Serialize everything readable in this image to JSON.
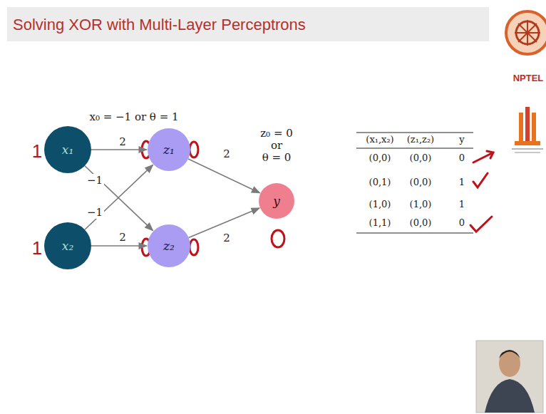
{
  "diagram": {
    "title": "Solving XOR with Multi-Layer Perceptrons",
    "nodes": [
      {
        "text": [
          "x₁"
        ]
      },
      {
        "text": [
          "z₁"
        ]
      },
      {
        "text": [
          "y"
        ]
      },
      {
        "text": [
          "x₂"
        ]
      },
      {
        "text": [
          "z₂"
        ]
      }
    ],
    "edges": [
      {
        "from": 0,
        "to": 1,
        "label": "2",
        "arrow": "to"
      },
      {
        "from": 0,
        "to": 4,
        "label": "−1",
        "arrow": "to"
      },
      {
        "from": 3,
        "to": 1,
        "label": "−1",
        "arrow": "to"
      },
      {
        "from": 3,
        "to": 4,
        "label": "2",
        "arrow": "to"
      },
      {
        "from": 1,
        "to": 2,
        "label": "2",
        "arrow": "to"
      },
      {
        "from": 4,
        "to": 2,
        "label": "2",
        "arrow": "to"
      }
    ],
    "labels": [
      "x₀ = −1 or θ = 1",
      "z₀ = 0",
      "or",
      "θ = 0",
      "1",
      "1",
      "(x₁,x₂)",
      "(z₁,z₂)",
      "y",
      "(0,0)",
      "(0,0)",
      "0",
      "(0,1)",
      "(0,0)",
      "1",
      "(1,0)",
      "(1,0)",
      "1",
      "(1,1)",
      "(0,0)",
      "0",
      "NPTEL"
    ]
  }
}
